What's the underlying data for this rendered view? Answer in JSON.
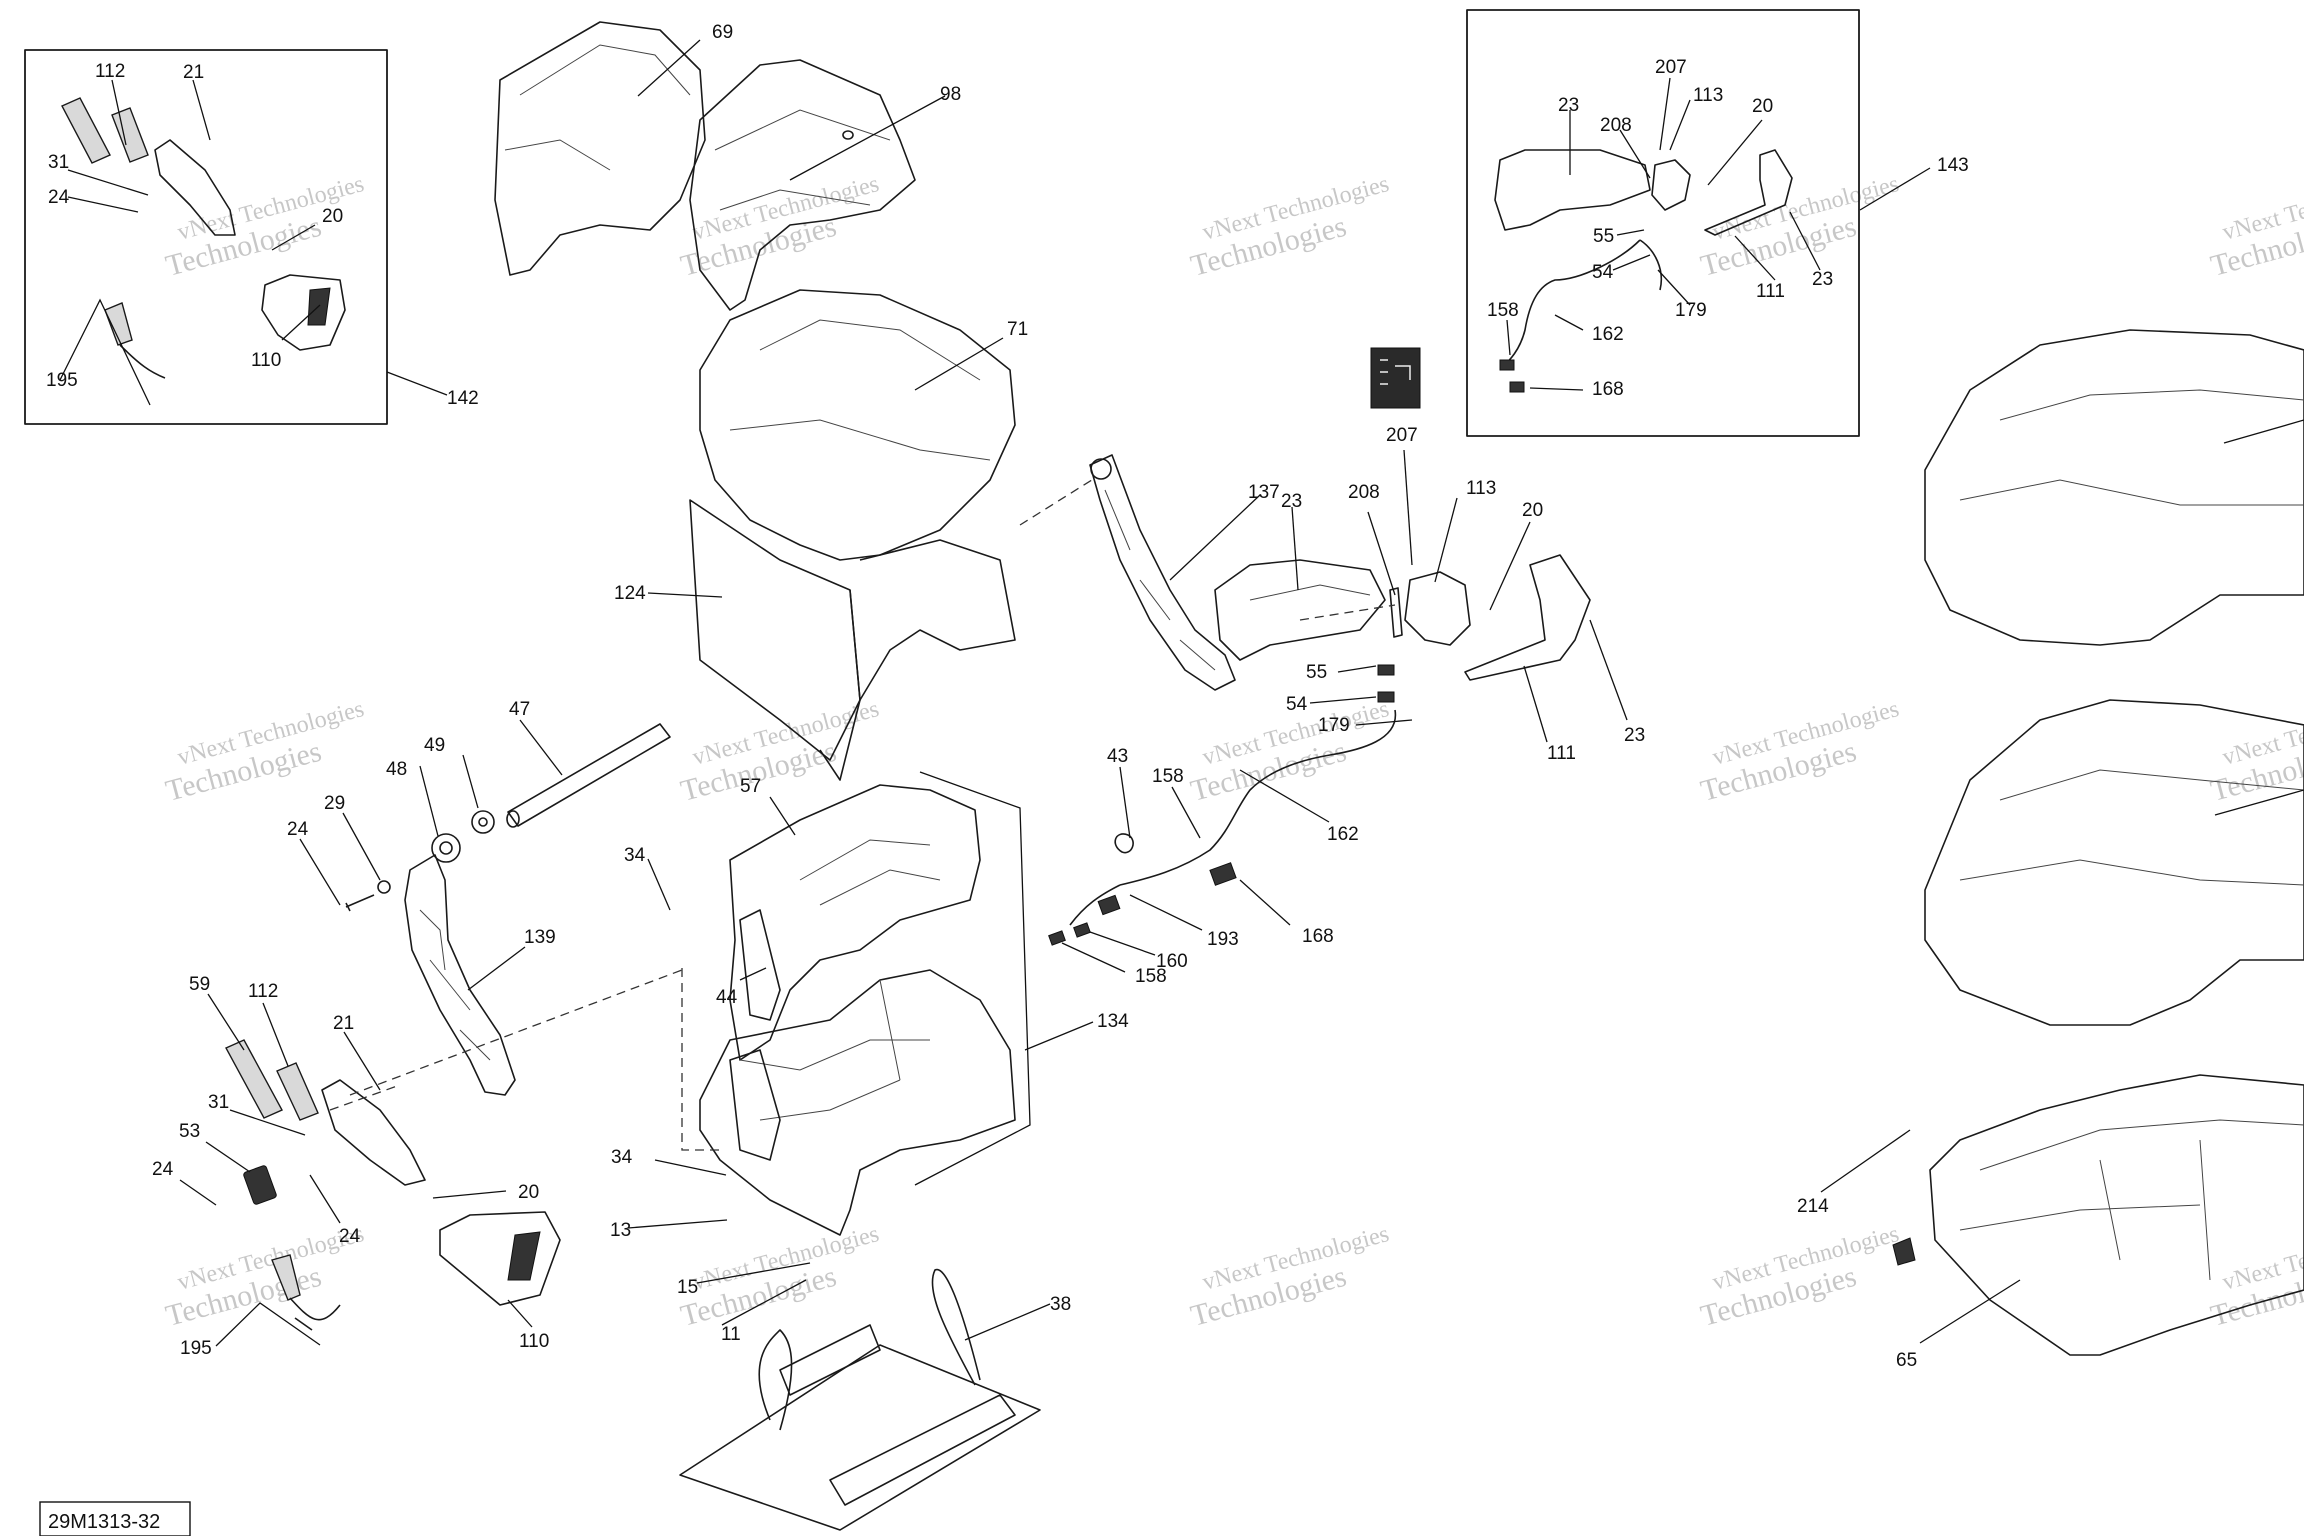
{
  "diagram_code": "29M1313-32",
  "watermark": {
    "line1": "vNext Technologies",
    "line2": "Technologies"
  },
  "callouts": [
    {
      "id": "c69",
      "text": "69"
    },
    {
      "id": "c98",
      "text": "98"
    },
    {
      "id": "c71",
      "text": "71"
    },
    {
      "id": "c124",
      "text": "124"
    },
    {
      "id": "c47",
      "text": "47"
    },
    {
      "id": "c48",
      "text": "48"
    },
    {
      "id": "c49",
      "text": "49"
    },
    {
      "id": "c29",
      "text": "29"
    },
    {
      "id": "c24a",
      "text": "24"
    },
    {
      "id": "c139",
      "text": "139"
    },
    {
      "id": "c57",
      "text": "57"
    },
    {
      "id": "c34a",
      "text": "34"
    },
    {
      "id": "c44",
      "text": "44"
    },
    {
      "id": "c134",
      "text": "134"
    },
    {
      "id": "c34b",
      "text": "34"
    },
    {
      "id": "c13",
      "text": "13"
    },
    {
      "id": "c15",
      "text": "15"
    },
    {
      "id": "c11",
      "text": "11"
    },
    {
      "id": "c38",
      "text": "38"
    },
    {
      "id": "c59",
      "text": "59"
    },
    {
      "id": "c112b",
      "text": "112"
    },
    {
      "id": "c21b",
      "text": "21"
    },
    {
      "id": "c31b",
      "text": "31"
    },
    {
      "id": "c53",
      "text": "53"
    },
    {
      "id": "c24b",
      "text": "24"
    },
    {
      "id": "c24c",
      "text": "24"
    },
    {
      "id": "c20b",
      "text": "20"
    },
    {
      "id": "c110b",
      "text": "110"
    },
    {
      "id": "c195b",
      "text": "195"
    },
    {
      "id": "c112a",
      "text": "112"
    },
    {
      "id": "c21a",
      "text": "21"
    },
    {
      "id": "c31a",
      "text": "31"
    },
    {
      "id": "c24d",
      "text": "24"
    },
    {
      "id": "c20a",
      "text": "20"
    },
    {
      "id": "c110a",
      "text": "110"
    },
    {
      "id": "c195a",
      "text": "195"
    },
    {
      "id": "c142",
      "text": "142"
    },
    {
      "id": "c137",
      "text": "137"
    },
    {
      "id": "c23a",
      "text": "23"
    },
    {
      "id": "c208a",
      "text": "208"
    },
    {
      "id": "c207a",
      "text": "207"
    },
    {
      "id": "c113a",
      "text": "113"
    },
    {
      "id": "c20c",
      "text": "20"
    },
    {
      "id": "c55a",
      "text": "55"
    },
    {
      "id": "c54a",
      "text": "54"
    },
    {
      "id": "c179a",
      "text": "179"
    },
    {
      "id": "c111a",
      "text": "111"
    },
    {
      "id": "c23b",
      "text": "23"
    },
    {
      "id": "c43",
      "text": "43"
    },
    {
      "id": "c158a",
      "text": "158"
    },
    {
      "id": "c162a",
      "text": "162"
    },
    {
      "id": "c168a",
      "text": "168"
    },
    {
      "id": "c193",
      "text": "193"
    },
    {
      "id": "c160",
      "text": "160"
    },
    {
      "id": "c158b",
      "text": "158"
    },
    {
      "id": "c23c",
      "text": "23"
    },
    {
      "id": "c207b",
      "text": "207"
    },
    {
      "id": "c208b",
      "text": "208"
    },
    {
      "id": "c113b",
      "text": "113"
    },
    {
      "id": "c20d",
      "text": "20"
    },
    {
      "id": "c143",
      "text": "143"
    },
    {
      "id": "c55b",
      "text": "55"
    },
    {
      "id": "c54b",
      "text": "54"
    },
    {
      "id": "c179b",
      "text": "179"
    },
    {
      "id": "c111b",
      "text": "111"
    },
    {
      "id": "c23d",
      "text": "23"
    },
    {
      "id": "c158c",
      "text": "158"
    },
    {
      "id": "c162b",
      "text": "162"
    },
    {
      "id": "c168b",
      "text": "168"
    },
    {
      "id": "c214",
      "text": "214"
    },
    {
      "id": "c65",
      "text": "65"
    }
  ]
}
